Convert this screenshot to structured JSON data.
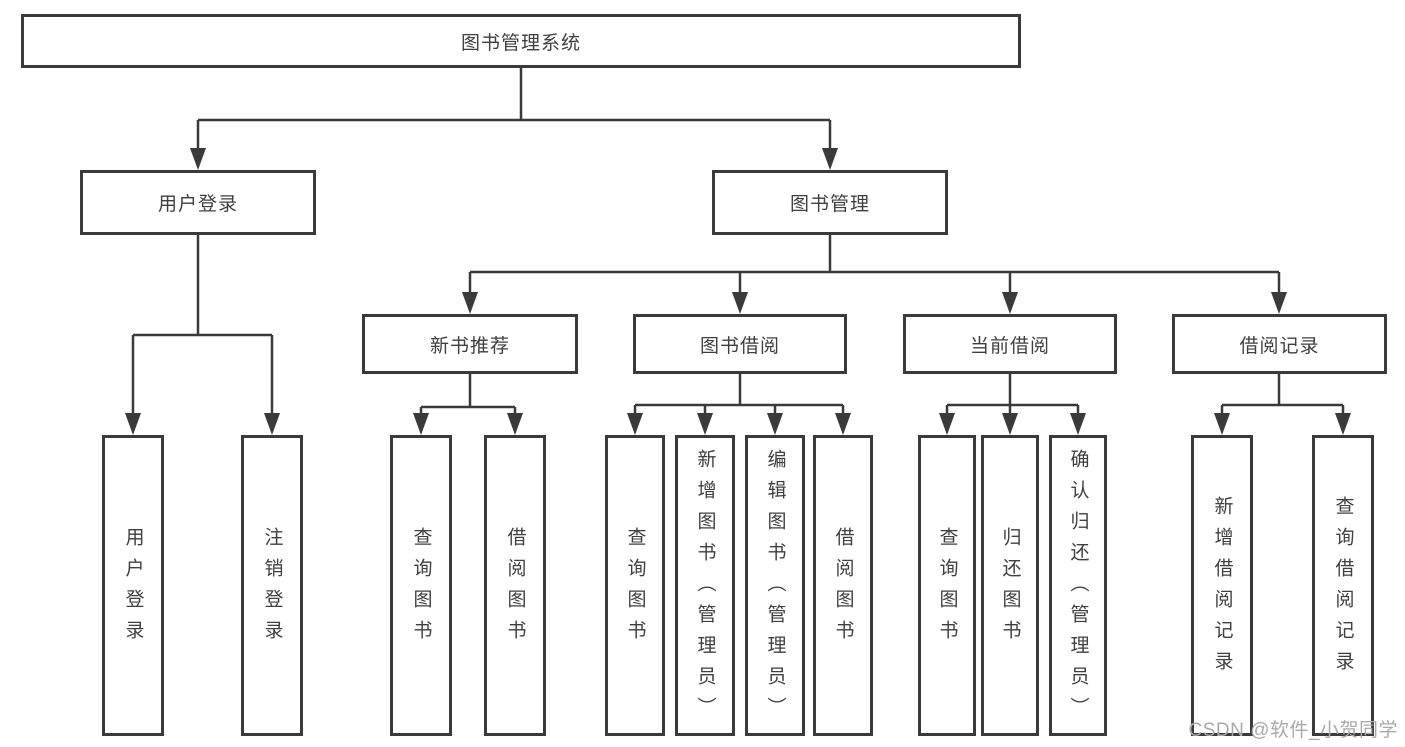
{
  "style": {
    "border-color": "#3a3a3a",
    "text-color": "#3f3f3f",
    "watermark-color": "#a9a9a9",
    "background": "#ffffff"
  },
  "watermark": "CSDN @软件_小贺同学",
  "tree": {
    "root": {
      "label": "图书管理系统",
      "children": [
        {
          "label": "用户登录",
          "children": [
            {
              "label": "用户登录"
            },
            {
              "label": "注销登录"
            }
          ]
        },
        {
          "label": "图书管理",
          "children": [
            {
              "label": "新书推荐",
              "children": [
                {
                  "label": "查询图书"
                },
                {
                  "label": "借阅图书"
                }
              ]
            },
            {
              "label": "图书借阅",
              "children": [
                {
                  "label": "查询图书"
                },
                {
                  "label": "新增图书（管理员）"
                },
                {
                  "label": "编辑图书（管理员）"
                },
                {
                  "label": "借阅图书"
                }
              ]
            },
            {
              "label": "当前借阅",
              "children": [
                {
                  "label": "查询图书"
                },
                {
                  "label": "归还图书"
                },
                {
                  "label": "确认归还（管理员）"
                }
              ]
            },
            {
              "label": "借阅记录",
              "children": [
                {
                  "label": "新增借阅记录"
                },
                {
                  "label": "查询借阅记录"
                }
              ]
            }
          ]
        }
      ]
    }
  }
}
